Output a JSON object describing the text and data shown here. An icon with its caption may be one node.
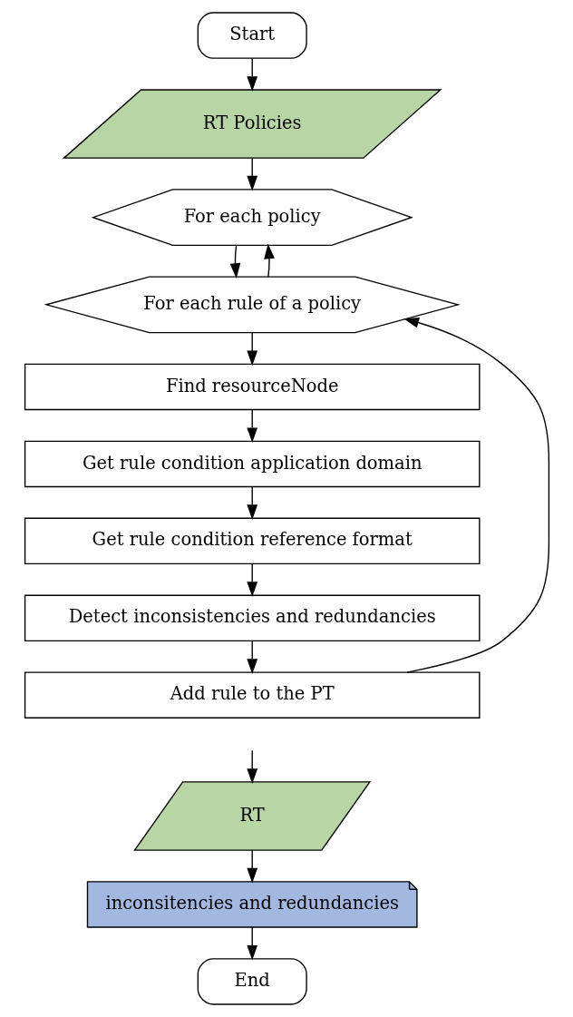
{
  "diagram": {
    "nodes": [
      {
        "text": [
          "Start"
        ]
      },
      {
        "text": [
          "RT Policies"
        ]
      },
      {
        "text": [
          "For each policy"
        ]
      },
      {
        "text": [
          "For each rule of a policy"
        ]
      },
      {
        "text": [
          "Find resourceNode"
        ]
      },
      {
        "text": [
          "Get rule condition application domain"
        ]
      },
      {
        "text": [
          "Get rule condition reference format"
        ]
      },
      {
        "text": [
          "Detect inconsistencies and redundancies"
        ]
      },
      {
        "text": [
          "Add rule to the PT"
        ]
      },
      {
        "text": [
          "RT"
        ]
      },
      {
        "text": [
          "inconsitencies and redundancies"
        ]
      },
      {
        "text": [
          "End"
        ]
      }
    ],
    "edges": [
      {
        "from": 0,
        "to": 1,
        "arrow": "to"
      },
      {
        "from": 1,
        "to": 2,
        "arrow": "to"
      },
      {
        "from": 2,
        "to": 3,
        "arrow": "to"
      },
      {
        "from": 3,
        "to": 4,
        "arrow": "to"
      },
      {
        "from": 4,
        "to": 5,
        "arrow": "to"
      },
      {
        "from": 5,
        "to": 6,
        "arrow": "to"
      },
      {
        "from": 6,
        "to": 7,
        "arrow": "to"
      },
      {
        "from": 7,
        "to": 8,
        "arrow": "to"
      },
      {
        "from": 8,
        "to": 3,
        "arrow": "to"
      },
      {
        "from": 3,
        "to": 2,
        "arrow": "to"
      },
      {
        "from": null,
        "to": 9,
        "arrow": "to"
      },
      {
        "from": 9,
        "to": 10,
        "arrow": "to"
      },
      {
        "from": 10,
        "to": 11,
        "arrow": "to"
      }
    ]
  }
}
